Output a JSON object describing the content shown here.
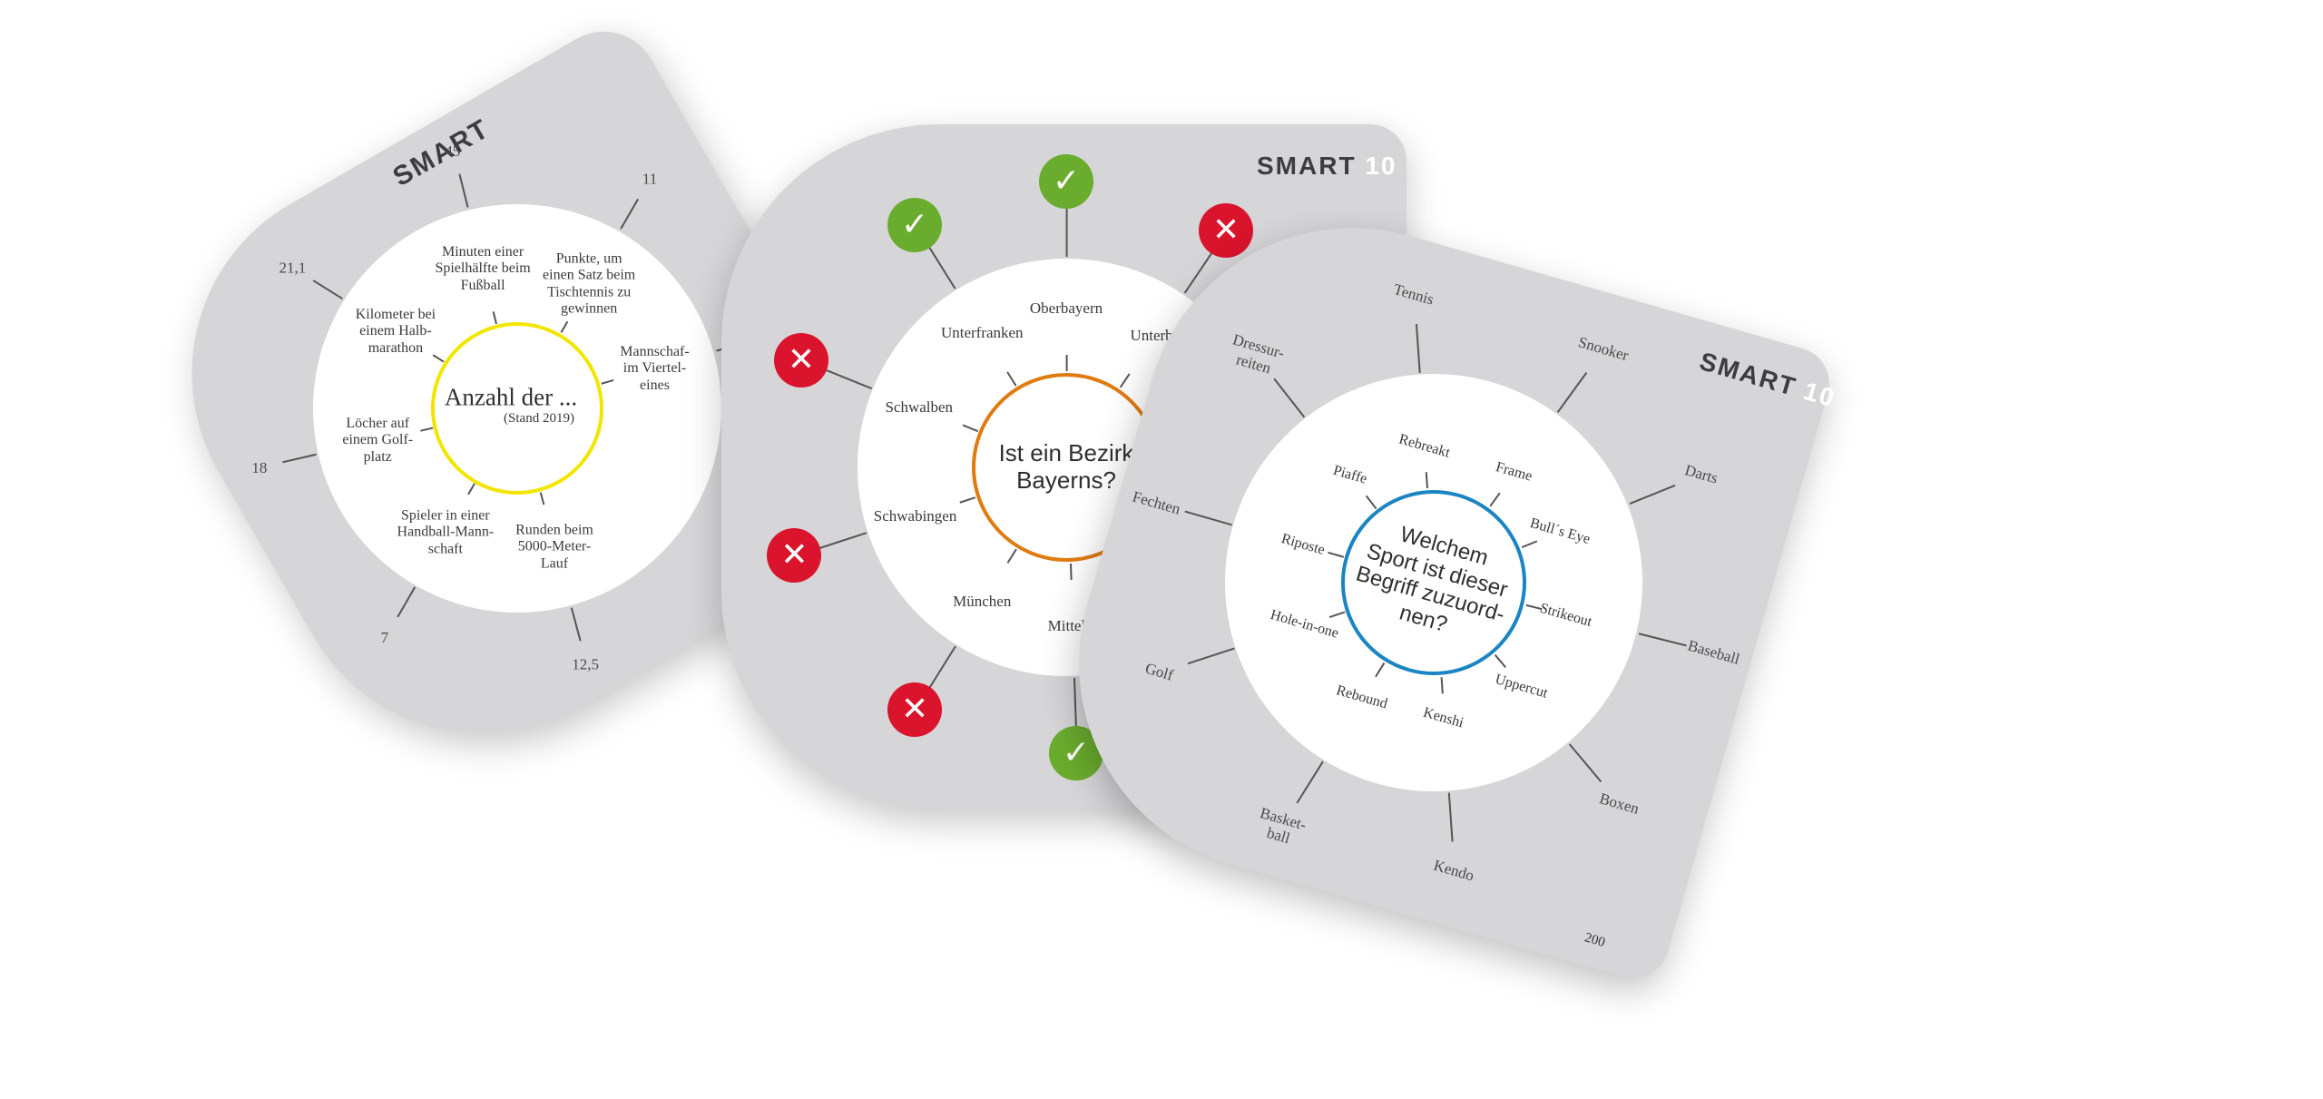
{
  "card_left": {
    "logo_text": "SMART",
    "question": "Anzahl der ...",
    "note": "(Stand 2019)",
    "ring_color": "#f2e600",
    "items": [
      {
        "answer": "Punkte, um\neinen Satz beim\nTischtennis zu\ngewinnen",
        "solution": "11"
      },
      {
        "answer": "Mannschaf-\nim Viertel-\neines",
        "solution": ""
      },
      {
        "answer": "Minuten einer\nSpielhälfte beim\nFußball",
        "solution": "45"
      },
      {
        "answer": "Kilometer bei\neinem Halb-\nmarathon",
        "solution": "21,1"
      },
      {
        "answer": "Löcher auf\neinem Golf-\nplatz",
        "solution": "18"
      },
      {
        "answer": "Spieler in einer\nHandball-Mann-\nschaft",
        "solution": "7"
      },
      {
        "answer": "Runden beim\n5000-Meter-\nLauf",
        "solution": "12,5"
      }
    ]
  },
  "card_middle": {
    "logo_text": "SMART",
    "logo_number": "10",
    "question": "Ist ein Bezirk\nBayerns?",
    "ring_color": "#e07b10",
    "items": [
      {
        "answer": "Oberbayern",
        "mark": "check"
      },
      {
        "answer": "Unterba",
        "mark": "cross"
      },
      {
        "answer": "Unterfranken",
        "mark": "check"
      },
      {
        "answer": "Schwalben",
        "mark": "cross"
      },
      {
        "answer": "Schwabingen",
        "mark": "cross"
      },
      {
        "answer": "München",
        "mark": "cross"
      },
      {
        "answer": "Mittelfr",
        "mark": "check"
      }
    ]
  },
  "card_right": {
    "logo_text": "SMART",
    "logo_number": "10",
    "question": "Welchem\nSport ist dieser\nBegriff zuzuord-\nnen?",
    "ring_color": "#1b85c4",
    "card_number": "200",
    "items": [
      {
        "answer": "Frame",
        "solution": "Snooker"
      },
      {
        "answer": "Bull´s Eye",
        "solution": "Darts"
      },
      {
        "answer": "Strikeout",
        "solution": "Baseball"
      },
      {
        "answer": "Uppercut",
        "solution": "Boxen"
      },
      {
        "answer": "Kenshi",
        "solution": "Kendo"
      },
      {
        "answer": "Rebound",
        "solution": "Basket-\nball"
      },
      {
        "answer": "Hole-in-one",
        "solution": "Golf"
      },
      {
        "answer": "Riposte",
        "solution": "Fechten"
      },
      {
        "answer": "Piaffe",
        "solution": "Dressur-\nreiten"
      },
      {
        "answer": "Rebreakt",
        "solution": "Tennis"
      }
    ]
  },
  "icons": {
    "check": "checkmark-icon",
    "cross": "cross-icon"
  },
  "colors": {
    "check": "#6aac2e",
    "cross": "#d9142c",
    "card": "#d6d6d8"
  }
}
